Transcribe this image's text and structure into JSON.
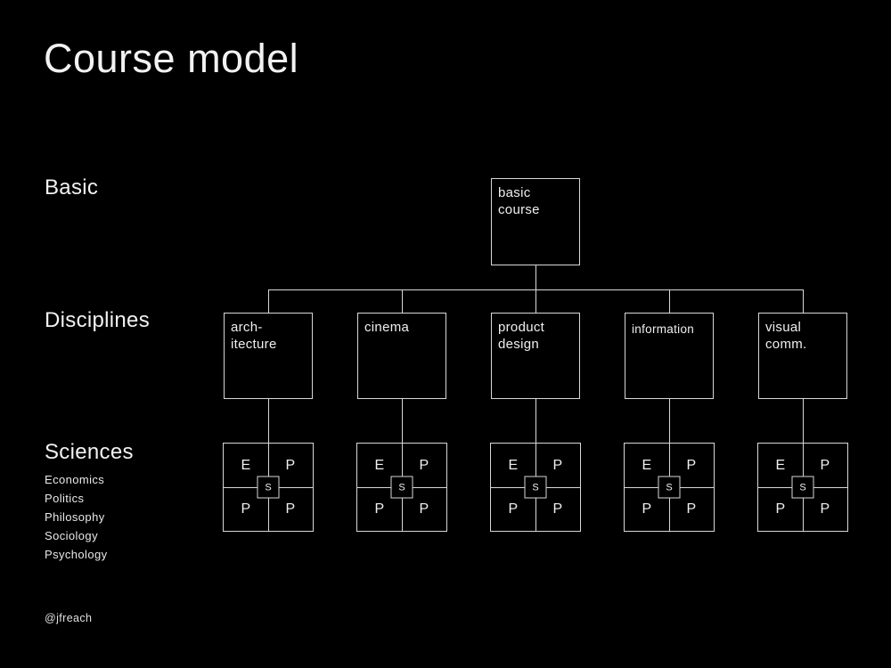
{
  "title": "Course model",
  "rows": {
    "basic_label": "Basic",
    "disciplines_label": "Disciplines",
    "sciences_label": "Sciences",
    "sciences_list": [
      "Economics",
      "Politics",
      "Philosophy",
      "Sociology",
      "Psychology"
    ]
  },
  "tree": {
    "root_label": "basic\ncourse",
    "disciplines": [
      {
        "id": "architecture",
        "label": "arch-\nitecture"
      },
      {
        "id": "cinema",
        "label": "cinema"
      },
      {
        "id": "product-design",
        "label": "product\ndesign"
      },
      {
        "id": "information",
        "label": "information"
      },
      {
        "id": "visual-comm",
        "label": "visual\ncomm."
      }
    ],
    "science_grid": {
      "top_left": "E",
      "top_right": "P",
      "bottom_left": "P",
      "bottom_right": "P",
      "center": "S"
    }
  },
  "footer": "@jfreach",
  "colors": {
    "background": "#000000",
    "line": "#d8d8d8",
    "text": "#f2f2f2"
  }
}
